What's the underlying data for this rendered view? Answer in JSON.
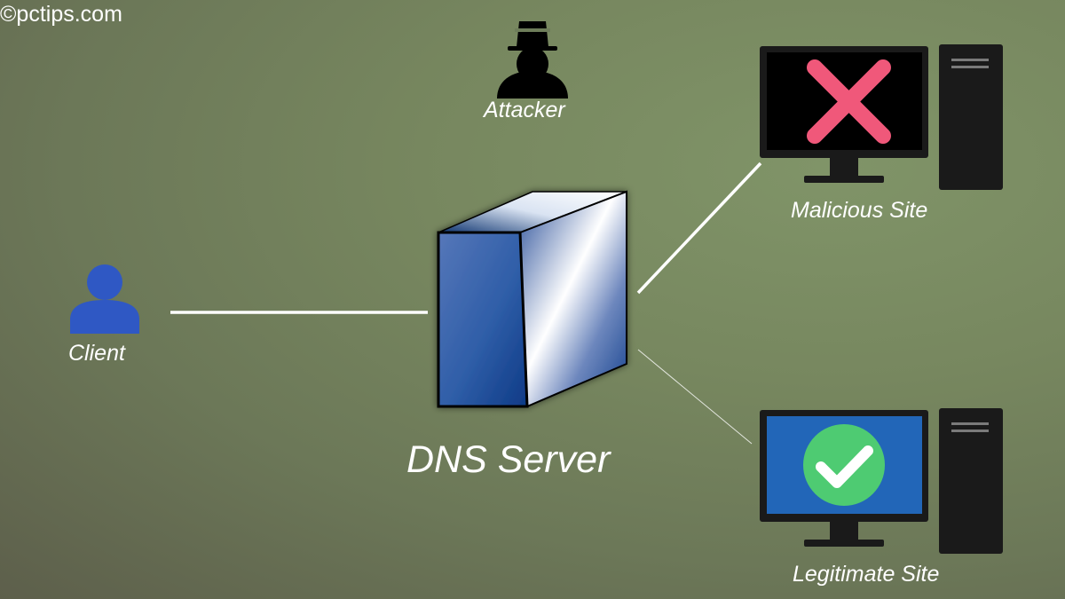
{
  "watermark": "©pctips.com",
  "nodes": {
    "attacker": {
      "label": "Attacker"
    },
    "client": {
      "label": "Client"
    },
    "dns_server": {
      "label": "DNS Server"
    },
    "malicious_site": {
      "label": "Malicious Site"
    },
    "legitimate_site": {
      "label": "Legitimate Site"
    }
  },
  "colors": {
    "client_figure": "#2f58c4",
    "cross": "#f0587a",
    "check": "#4ecb72",
    "legit_screen": "#2266b8",
    "malicious_screen": "#000000",
    "server_front": "#2f5eaa"
  },
  "icons": {
    "attacker": "spy-icon",
    "client": "user-icon",
    "dns_server": "server-icon",
    "malicious_site": "computer-cross-icon",
    "legitimate_site": "computer-check-icon"
  }
}
